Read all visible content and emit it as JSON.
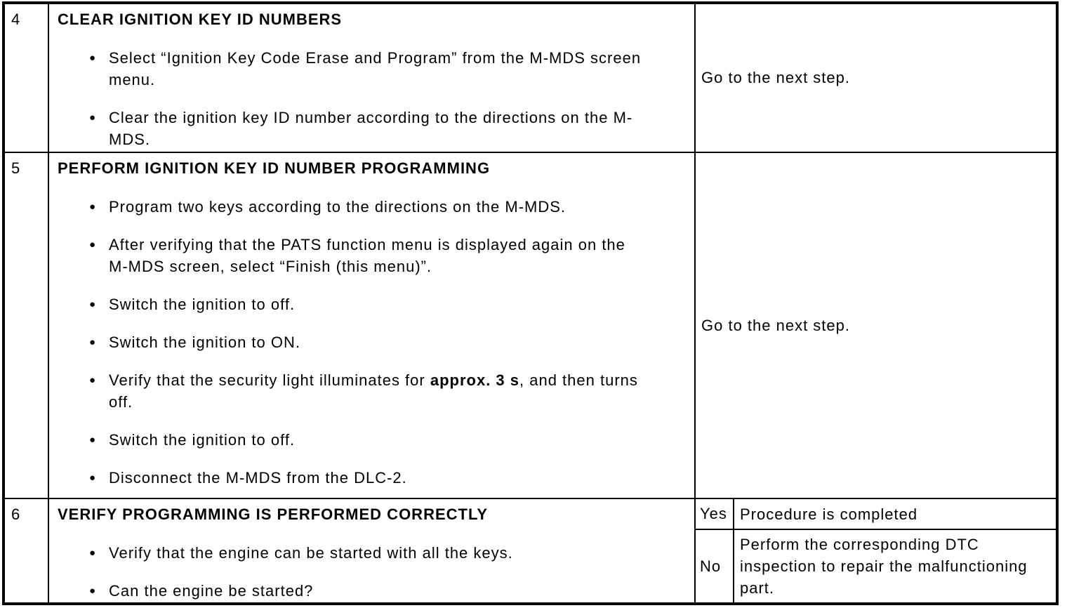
{
  "table": {
    "rows": [
      {
        "step": "4",
        "title": "CLEAR IGNITION KEY ID NUMBERS",
        "bullets": [
          "Select “Ignition Key Code Erase and Program” from the M-MDS screen menu.",
          "Clear the ignition key ID number according to the directions on the M-MDS."
        ],
        "action": "Go to the next step."
      },
      {
        "step": "5",
        "title": "PERFORM IGNITION KEY ID NUMBER PROGRAMMING",
        "bullets": [
          "Program two keys according to the directions on the M-MDS.",
          "After verifying that the PATS function menu is displayed again on the M-MDS screen, select “Finish (this menu)”.",
          "Switch the ignition to off.",
          "Switch the ignition to ON.",
          "Verify that the security light illuminates for **approx. 3 s**, and then turns off.",
          "Switch the ignition to off.",
          "Disconnect the M-MDS from the DLC-2."
        ],
        "action": "Go to the next step."
      },
      {
        "step": "6",
        "title": "VERIFY PROGRAMMING IS PERFORMED CORRECTLY",
        "bullets": [
          "Verify that the engine can be started with all the keys.",
          "Can the engine be started?"
        ],
        "results": [
          {
            "answer": "Yes",
            "action": "Procedure is completed"
          },
          {
            "answer": "No",
            "action": "Perform the corresponding DTC inspection to repair the malfunctioning part."
          }
        ]
      }
    ]
  },
  "bullet_icon": "●"
}
